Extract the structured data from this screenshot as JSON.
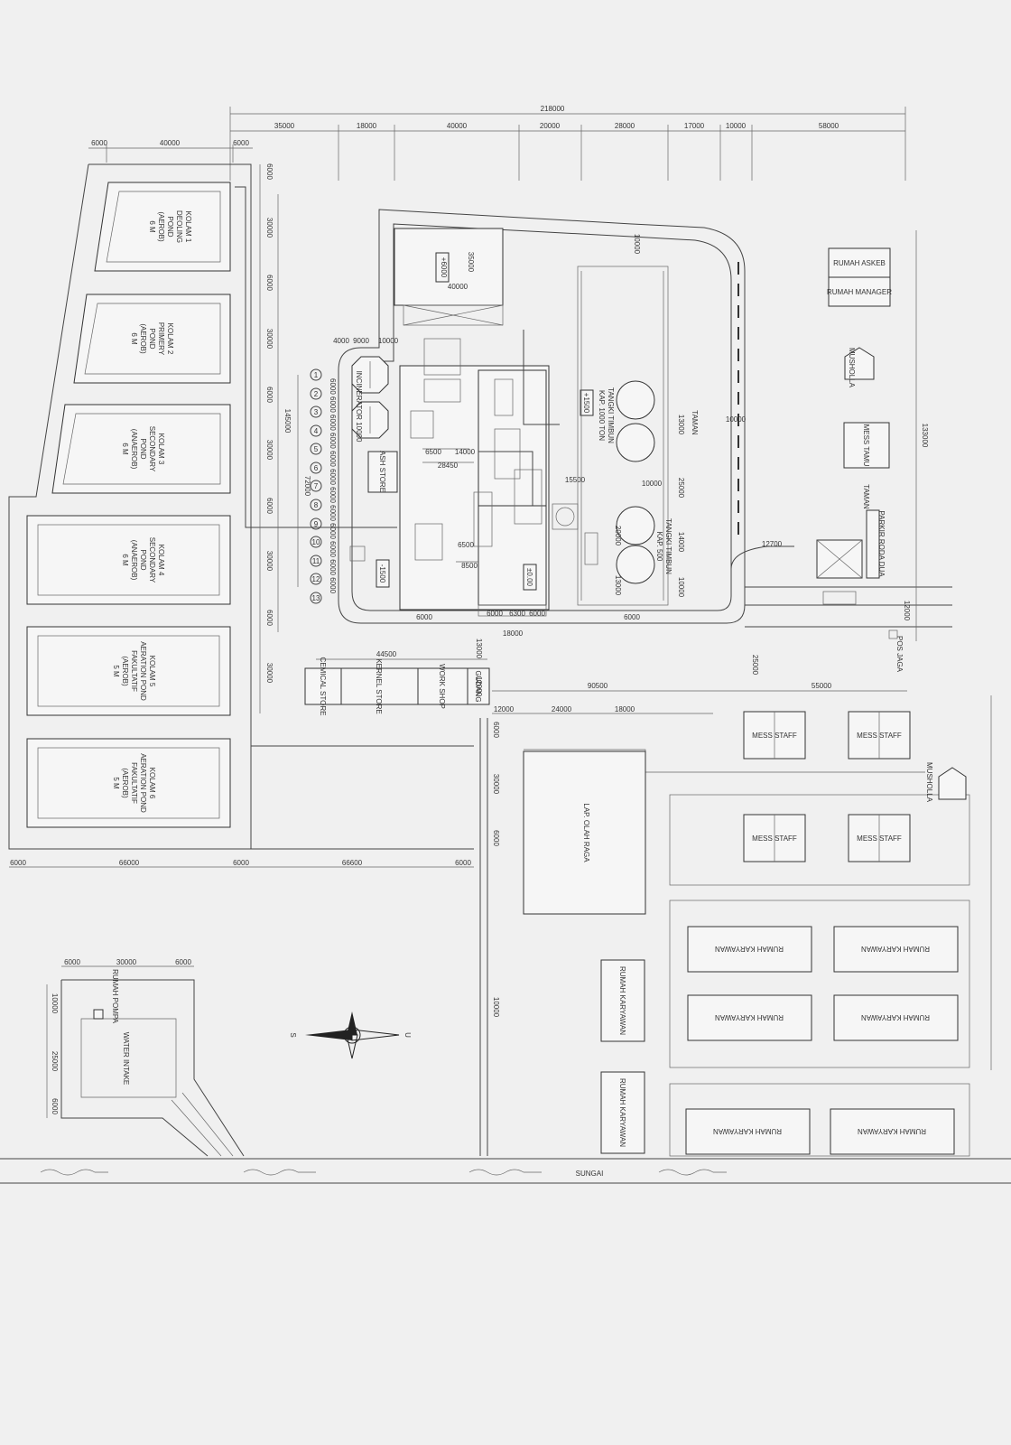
{
  "top_dims": {
    "total": "218000",
    "segments": [
      "35000",
      "18000",
      "40000",
      "20000",
      "28000",
      "17000",
      "10000",
      "58000"
    ]
  },
  "pond_dims_top": [
    "6000",
    "40000",
    "6000"
  ],
  "ponds": [
    {
      "lines": [
        "KOLAM 1",
        "DEOLING",
        "POND",
        "(AEROB)",
        "6 M"
      ]
    },
    {
      "lines": [
        "KOLAM 2",
        "PRIMERY",
        "POND",
        "(AEROB)",
        "6 M"
      ]
    },
    {
      "lines": [
        "KOLAM 3",
        "SECONDARY",
        "POND",
        "(ANAEROB)",
        "6 M"
      ]
    },
    {
      "lines": [
        "KOLAM 4",
        "SECONDARY",
        "POND",
        "(ANAEROB)",
        "6 M"
      ]
    },
    {
      "lines": [
        "KOLAM 5",
        "AERATION POND",
        "FAKULTATIF",
        "(AEROB)",
        "5 M"
      ]
    },
    {
      "lines": [
        "KOLAM 6",
        "AERATION POND",
        "FAKULTATIF",
        "(AEROB)",
        "5 M"
      ]
    }
  ],
  "pond_side_dims": [
    "6000",
    "30000",
    "6000",
    "30000",
    "6000",
    "30000",
    "6000",
    "30000",
    "6000",
    "30000"
  ],
  "left_vertical_dim": "145000",
  "inner_vertical_dim": "72000",
  "bottom_dims": [
    "6000",
    "66000",
    "6000",
    "66600",
    "6000"
  ],
  "mill": {
    "level_6000": "+6000",
    "level_1500": "+1500",
    "level_minus": "-1500",
    "level_000": "±0.00",
    "incinerator": "INCINERATOR 10000",
    "ash_store": "ASH STORE",
    "tanki1": [
      "TANGKI TIMBUN",
      "KAP. 1000 TON"
    ],
    "tanki2": [
      "TANGKI TIMBUN",
      "KAP. 500"
    ],
    "dims": [
      "4000",
      "9000",
      "10000",
      "6500",
      "14000",
      "28450",
      "15500",
      "10000",
      "6500",
      "8500",
      "20000",
      "13000",
      "6000",
      "6000",
      "6300",
      "6000",
      "18000",
      "10000",
      "40000",
      "35000",
      "25000",
      "13000",
      "14000",
      "10000",
      "6000",
      "6000",
      "12700"
    ],
    "columns": [
      "1",
      "2",
      "3",
      "4",
      "5",
      "6",
      "7",
      "8",
      "9",
      "10",
      "11",
      "12",
      "13"
    ],
    "column_dims": "6000 6000 6000 6000 6000 6000 6000 6000 6000 6000 6000 6000"
  },
  "stores": {
    "labels": [
      "CEMICAL STORE",
      "KERNEL STORE",
      "WORK SHOP",
      "GUDANG"
    ],
    "dims": [
      "44500",
      "13000",
      "12000",
      "90500",
      "55000",
      "25000",
      "12000",
      "24000",
      "18000",
      "6000",
      "30000",
      "6000",
      "10000"
    ]
  },
  "right_buildings": {
    "rumah_askeb": "RUMAH ASKEB",
    "rumah_manager": "RUMAH MANAGER",
    "musholla": "MUSHOLLA",
    "mess_tamu": "MESS TAMU",
    "taman": "TAMAN",
    "parkir": "PARKIR RODA DUA",
    "pos_jaga": "POS JAGA",
    "right_dim": "133000",
    "dim_10000": "10000",
    "dim_12000": "12000"
  },
  "housing": {
    "mess_staff": "MESS STAFF",
    "musholla": "MUSHOLLA",
    "lap_olah_raga": "LAP. OLAH RAGA",
    "rumah_karyawan": "RUMAH KARYAWAN"
  },
  "water_intake": {
    "dims_top": [
      "6000",
      "30000",
      "6000"
    ],
    "dims_side": [
      "10000",
      "25000",
      "6000"
    ],
    "rumah_pompa": "RUMAH POMPA",
    "label": "WATER INTAKE"
  },
  "compass": {
    "s": "S",
    "u": "U"
  },
  "river": "SUNGAI"
}
